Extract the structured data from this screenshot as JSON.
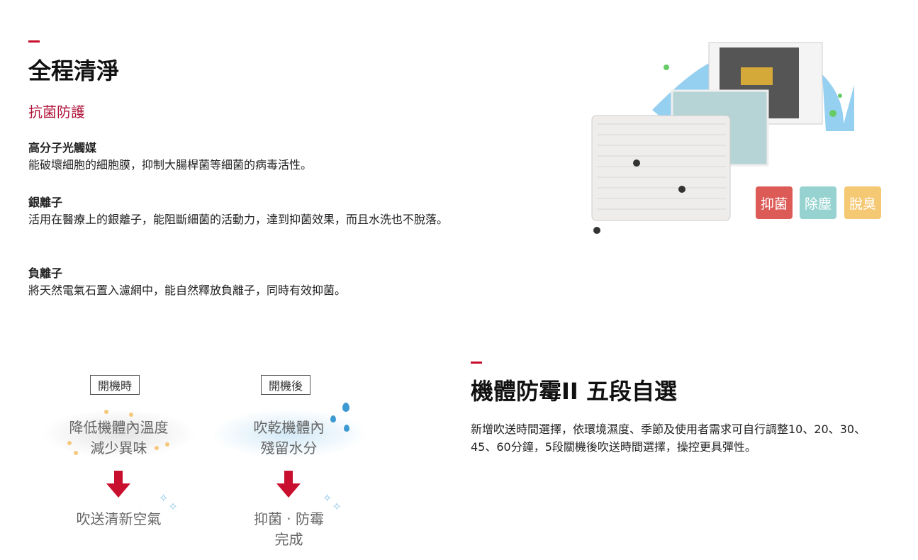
{
  "section1": {
    "title": "全程清淨",
    "subtitle": "抗菌防護",
    "features": [
      {
        "title": "高分子光觸媒",
        "desc": "能破壞細胞的細胞膜，抑制大腸桿菌等細菌的病毒活性。"
      },
      {
        "title": "銀離子",
        "desc": "活用在醫療上的銀離子，能阻斷細菌的活動力，達到抑菌效果，而且水洗也不脫落。"
      },
      {
        "title": "負離子",
        "desc": "將天然電氣石置入濾網中，能自然釋放負離子，同時有效抑菌。"
      }
    ],
    "tags": [
      {
        "label": "抑菌",
        "color": "#dd5b57"
      },
      {
        "label": "除塵",
        "color": "#96d3d0"
      },
      {
        "label": "脫臭",
        "color": "#f5c873"
      }
    ]
  },
  "diagram": {
    "col1": {
      "label": "開機時",
      "line1": "降低機體內溫度",
      "line2": "減少異味",
      "result": "吹送清新空氣"
    },
    "col2": {
      "label": "開機後",
      "line1": "吹乾機體內",
      "line2": "殘留水分",
      "result1": "抑菌 · 防霉",
      "result2": "完成"
    },
    "arrow_color": "#c8102e"
  },
  "section2": {
    "title": "機體防霉II 五段自選",
    "desc": "新增吹送時間選擇，依環境濕度、季節及使用者需求可自行調整10、20、30、45、60分鐘，5段關機後吹送時間選擇，操控更具彈性。"
  }
}
